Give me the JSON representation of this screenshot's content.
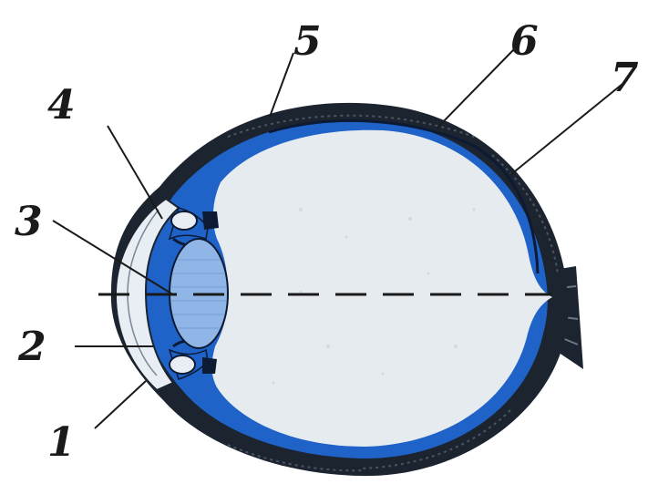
{
  "diagram": {
    "labels": [
      {
        "id": "label-1",
        "text": "1"
      },
      {
        "id": "label-2",
        "text": "2"
      },
      {
        "id": "label-3",
        "text": "3"
      },
      {
        "id": "label-4",
        "text": "4"
      },
      {
        "id": "label-5",
        "text": "5"
      },
      {
        "id": "label-6",
        "text": "6"
      },
      {
        "id": "label-7",
        "text": "7"
      }
    ]
  },
  "colors": {
    "outer_layer": "#1c2430",
    "choroid": "#1f63c9",
    "vitreous": "#e6ebf0",
    "lens": "#8fb6e6",
    "cornea_fill": "#e9eef4",
    "ink": "#1a1a1a"
  }
}
